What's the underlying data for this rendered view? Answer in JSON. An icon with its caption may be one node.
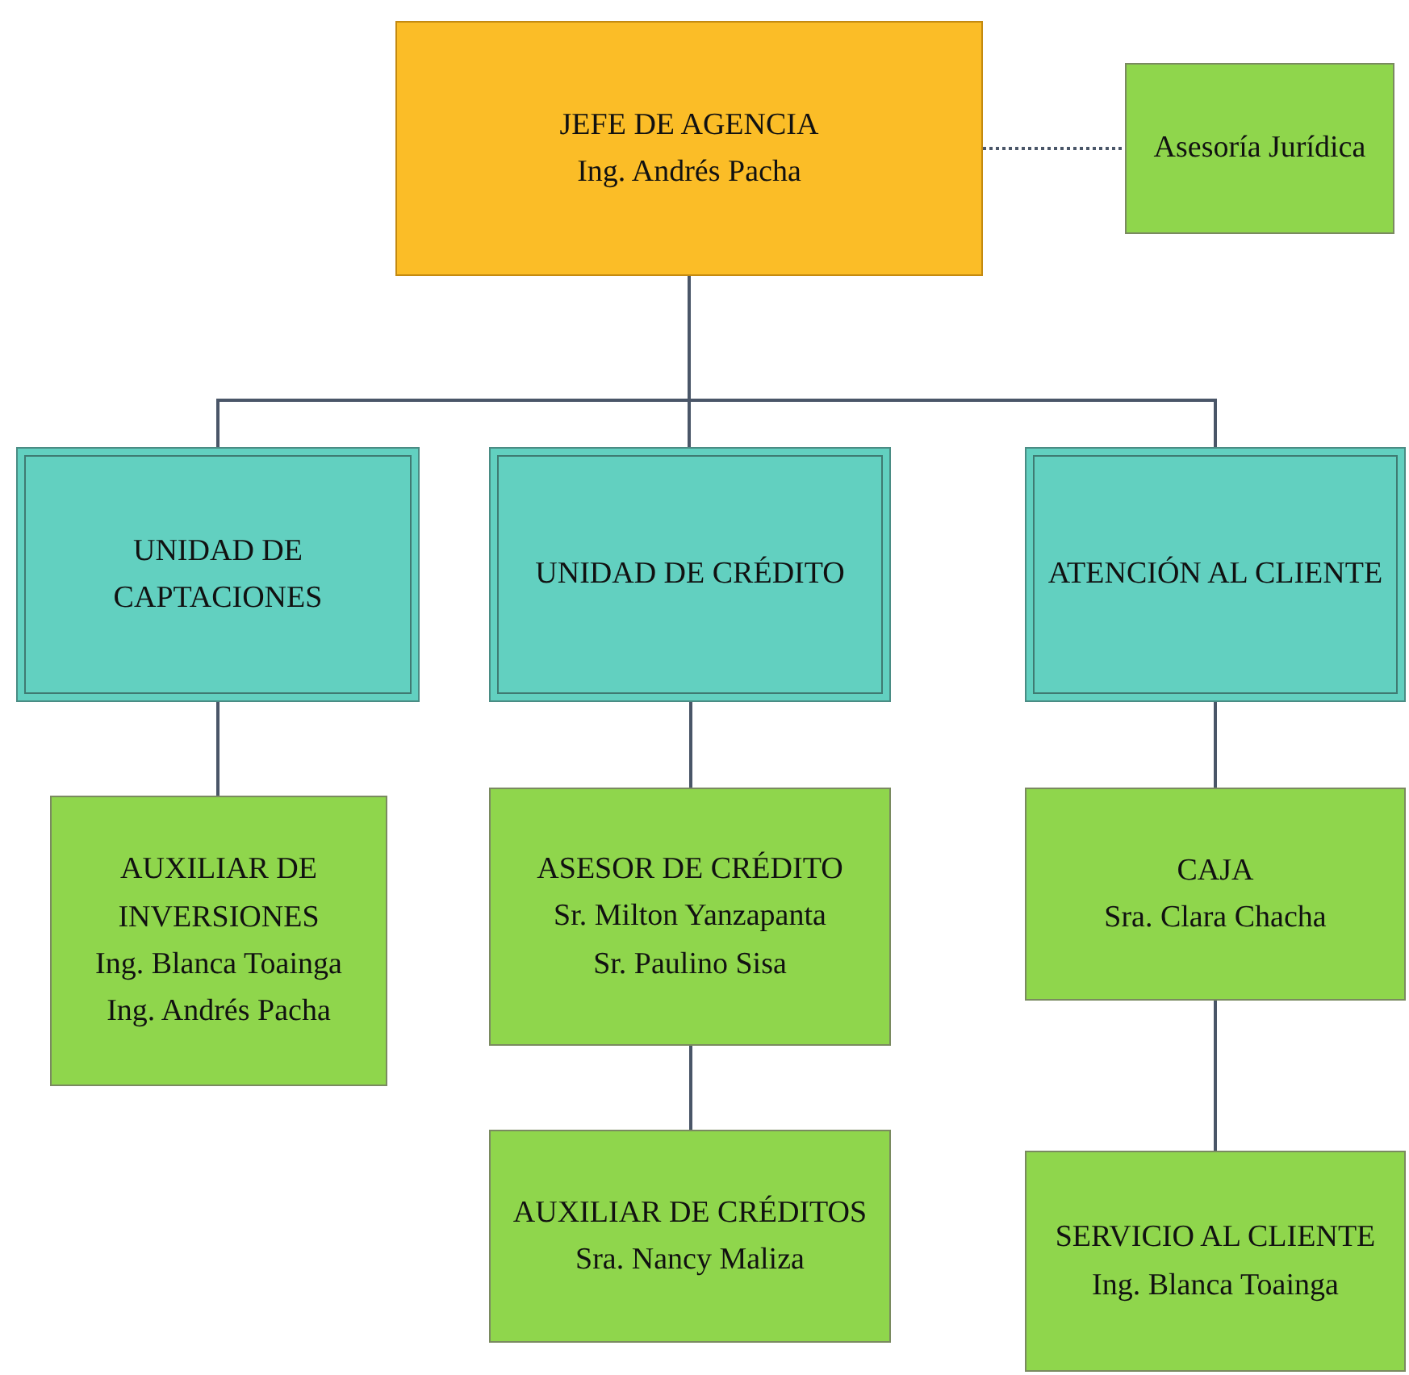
{
  "diagram": {
    "nodes": [
      {
        "text": [
          "JEFE DE AGENCIA",
          "Ing. Andrés Pacha"
        ]
      },
      {
        "text": [
          "Asesoría Jurídica"
        ]
      },
      {
        "text": [
          "UNIDAD DE CAPTACIONES"
        ]
      },
      {
        "text": [
          "UNIDAD DE CRÉDITO"
        ]
      },
      {
        "text": [
          "ATENCIÓN AL CLIENTE"
        ]
      },
      {
        "text": [
          "AUXILIAR DE INVERSIONES",
          "Ing. Blanca Toainga",
          "Ing. Andrés Pacha"
        ]
      },
      {
        "text": [
          "ASESOR DE CRÉDITO",
          "Sr. Milton Yanzapanta",
          "Sr. Paulino Sisa"
        ]
      },
      {
        "text": [
          "AUXILIAR DE CRÉDITOS",
          "Sra. Nancy Maliza"
        ]
      },
      {
        "text": [
          "CAJA",
          "Sra. Clara Chacha"
        ]
      },
      {
        "text": [
          "SERVICIO AL CLIENTE",
          "Ing. Blanca Toainga"
        ]
      }
    ],
    "edges": [
      {
        "from": 0,
        "to": 1,
        "arrow": "none",
        "style": "dashed"
      },
      {
        "from": 0,
        "to": 2,
        "arrow": "none"
      },
      {
        "from": 0,
        "to": 3,
        "arrow": "none"
      },
      {
        "from": 0,
        "to": 4,
        "arrow": "none"
      },
      {
        "from": 2,
        "to": 5,
        "arrow": "none"
      },
      {
        "from": 3,
        "to": 6,
        "arrow": "none"
      },
      {
        "from": 6,
        "to": 7,
        "arrow": "none"
      },
      {
        "from": 4,
        "to": 8,
        "arrow": "none"
      },
      {
        "from": 8,
        "to": 9,
        "arrow": "none"
      }
    ]
  }
}
